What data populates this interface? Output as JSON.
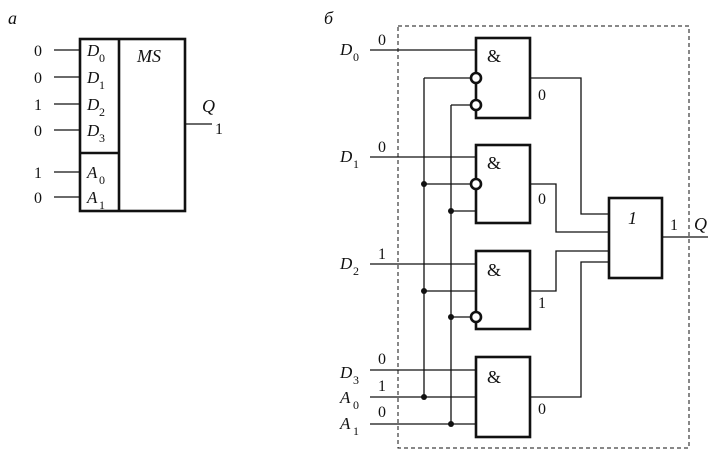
{
  "part_a": {
    "label": "а",
    "block": "MS",
    "data_inputs": [
      {
        "name": "D",
        "sub": "0",
        "value": "0"
      },
      {
        "name": "D",
        "sub": "1",
        "value": "0"
      },
      {
        "name": "D",
        "sub": "2",
        "value": "1"
      },
      {
        "name": "D",
        "sub": "3",
        "value": "0"
      }
    ],
    "address_inputs": [
      {
        "name": "A",
        "sub": "0",
        "value": "1"
      },
      {
        "name": "A",
        "sub": "1",
        "value": "0"
      }
    ],
    "output": {
      "name": "Q",
      "value": "1"
    }
  },
  "part_b": {
    "label": "б",
    "and_symbol": "&",
    "or_symbol": "1",
    "inputs": [
      {
        "name": "D",
        "sub": "0",
        "value": "0"
      },
      {
        "name": "D",
        "sub": "1",
        "value": "0"
      },
      {
        "name": "D",
        "sub": "2",
        "value": "1"
      },
      {
        "name": "D",
        "sub": "3",
        "value": "0"
      },
      {
        "name": "A",
        "sub": "0",
        "value": "1"
      },
      {
        "name": "A",
        "sub": "1",
        "value": "0"
      }
    ],
    "gate_outputs": [
      "0",
      "0",
      "1",
      "0"
    ],
    "output": {
      "name": "Q",
      "value": "1"
    }
  }
}
